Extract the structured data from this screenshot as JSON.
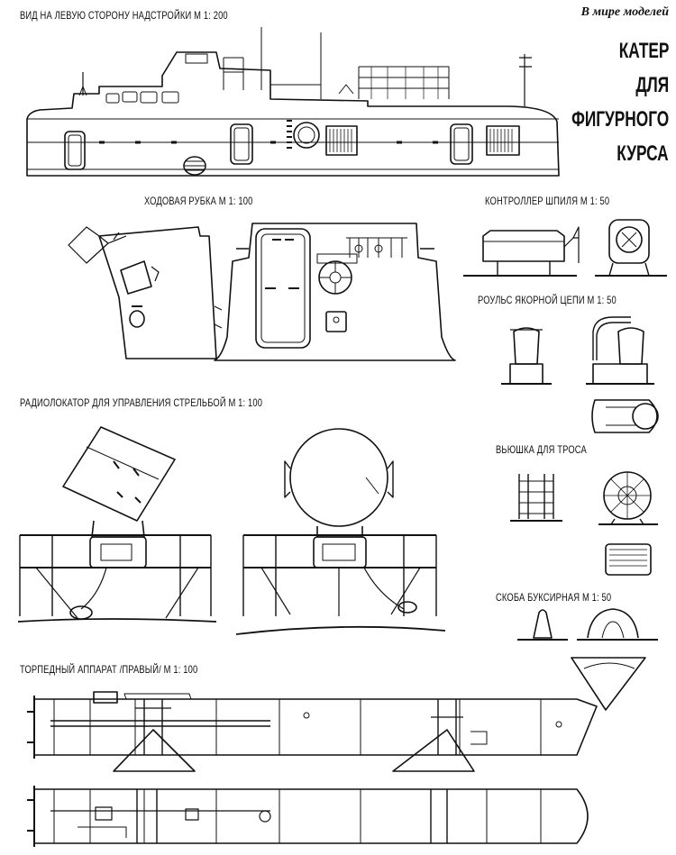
{
  "journal_label": "В мире моделей",
  "title_lines": [
    "КАТЕР",
    "ДЛЯ",
    "ФИГУРНОГО",
    "КУРСА"
  ],
  "views": {
    "superstructure": "ВИД НА ЛЕВУЮ СТОРОНУ НАДСТРОЙКИ  М 1: 200",
    "wheelhouse": "ХОДОВАЯ РУБКА  М 1: 100",
    "capstan_controller": "КОНТРОЛЛЕР ШПИЛЯ  М 1: 50",
    "anchor_chain_stopper": "РОУЛЬС ЯКОРНОЙ ЦЕПИ  М 1: 50",
    "radar": "РАДИОЛОКАТОР ДЛЯ УПРАВЛЕНИЯ СТРЕЛЬБОЙ  М 1: 100",
    "cable_reel": "ВЬЮШКА ДЛЯ ТРОСА",
    "towing_bracket": "СКОБА БУКСИРНАЯ  М 1: 50",
    "torpedo_tube": "ТОРПЕДНЫЙ АППАРАТ /ПРАВЫЙ/  М 1: 100"
  }
}
